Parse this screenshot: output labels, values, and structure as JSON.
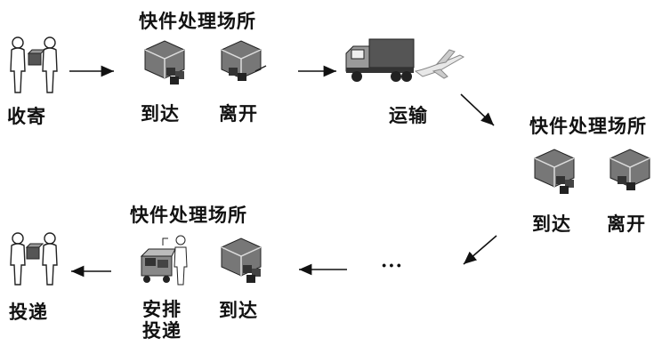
{
  "stages": {
    "collect": {
      "label": "收寄",
      "icon": "handover-people-icon"
    },
    "hub1": {
      "title": "快件处理场所",
      "arrive_label": "到达",
      "depart_label": "离开"
    },
    "transport": {
      "label": "运输",
      "icons": [
        "truck-icon",
        "airplane-icon"
      ]
    },
    "hub2": {
      "title": "快件处理场所",
      "arrive_label": "到达",
      "depart_label": "离开"
    },
    "ellipsis": "···",
    "hub3": {
      "title": "快件处理场所",
      "arrange_label_line1": "安排",
      "arrange_label_line2": "投递",
      "arrive_label": "到达"
    },
    "deliver": {
      "label": "投递",
      "icon": "handover-people-icon"
    }
  },
  "colors": {
    "ink": "#111111",
    "grey": "#8a8a8a",
    "light": "#d8d8d8"
  }
}
